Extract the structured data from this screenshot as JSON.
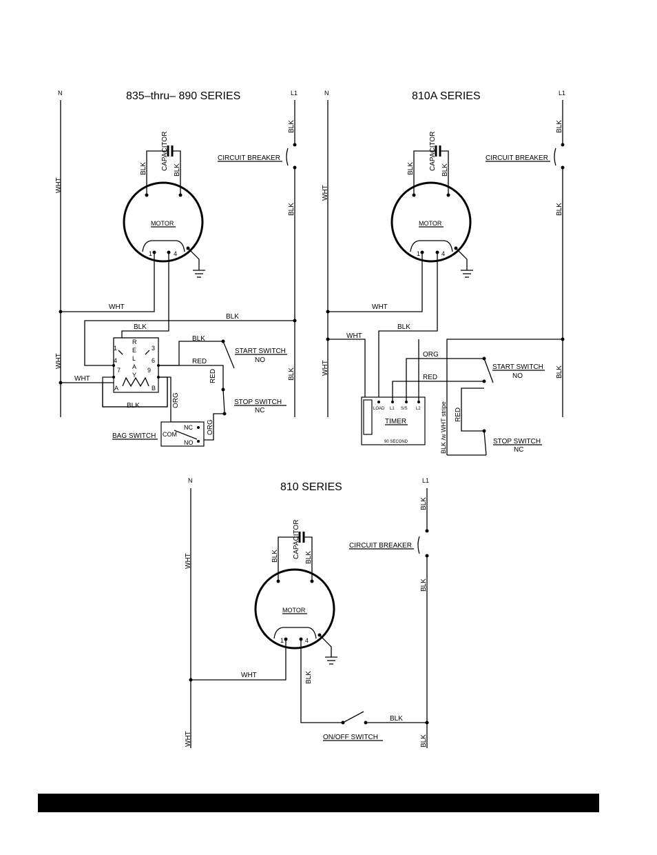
{
  "diagrams": {
    "series_835_890": {
      "title": "835–thru– 890 SERIES",
      "n": "N",
      "l1": "L1",
      "wht_top": "WHT",
      "wht_low": "WHT",
      "wht_h1": "WHT",
      "wht_h2": "WHT",
      "blk_l1_top": "BLK",
      "blk_l1_mid": "BLK",
      "blk_l1_low": "BLK",
      "circuit_breaker": "CIRCUIT BREAKER",
      "capacitor": "CAPACITOR",
      "cap_blk_left": "BLK",
      "cap_blk_right": "BLK",
      "motor": "MOTOR",
      "term1": "1",
      "term4": "4",
      "blk_long": "BLK",
      "blk_relay": "BLK",
      "blk_start": "BLK",
      "blk_bottom": "BLK",
      "relay_letters": [
        "R",
        "E",
        "L",
        "A",
        "Y"
      ],
      "relay_pins": [
        "1",
        "3",
        "4",
        "6",
        "7",
        "9",
        "A",
        "B"
      ],
      "red_h": "RED",
      "red_v": "RED",
      "start_switch": "START SWITCH",
      "start_state": "NO",
      "stop_switch": "STOP SWITCH",
      "stop_state": "NC",
      "org_relay": "ORG",
      "org_bag": "ORG",
      "bag_switch": "BAG SWITCH",
      "nc": "NC",
      "com": "COM",
      "no": "NO"
    },
    "series_810a": {
      "title": "810A SERIES",
      "n": "N",
      "l1": "L1",
      "wht_top": "WHT",
      "wht_low": "WHT",
      "wht_h1": "WHT",
      "wht_h2": "WHT",
      "blk_l1_top": "BLK",
      "blk_l1_mid": "BLK",
      "blk_l1_low": "BLK",
      "circuit_breaker": "CIRCUIT BREAKER",
      "capacitor": "CAPACITOR",
      "cap_blk_left": "BLK",
      "cap_blk_right": "BLK",
      "motor": "MOTOR",
      "term1": "1",
      "term4": "4",
      "blk_h": "BLK",
      "org": "ORG",
      "red": "RED",
      "red_v": "RED",
      "blk_stripe": "BLK /w WHT stripe",
      "timer": "TIMER",
      "timer_pins": [
        "LOAD",
        "L1",
        "S/S",
        "L2"
      ],
      "timer_sub": "90 SECOND",
      "start_switch": "START SWITCH",
      "start_state": "NO",
      "stop_switch": "STOP SWITCH",
      "stop_state": "NC"
    },
    "series_810": {
      "title": "810 SERIES",
      "n": "N",
      "l1": "L1",
      "wht_top": "WHT",
      "wht_low": "WHT",
      "wht_h": "WHT",
      "blk_l1_top": "BLK",
      "blk_l1_mid": "BLK",
      "blk_l1_low": "BLK",
      "circuit_breaker": "CIRCUIT BREAKER",
      "capacitor": "CAPACITOR",
      "cap_blk_left": "BLK",
      "cap_blk_right": "BLK",
      "motor": "MOTOR",
      "term1": "1",
      "term4": "4",
      "blk_v": "BLK",
      "blk_h": "BLK",
      "on_off_switch": "ON/OFF SWITCH"
    }
  }
}
